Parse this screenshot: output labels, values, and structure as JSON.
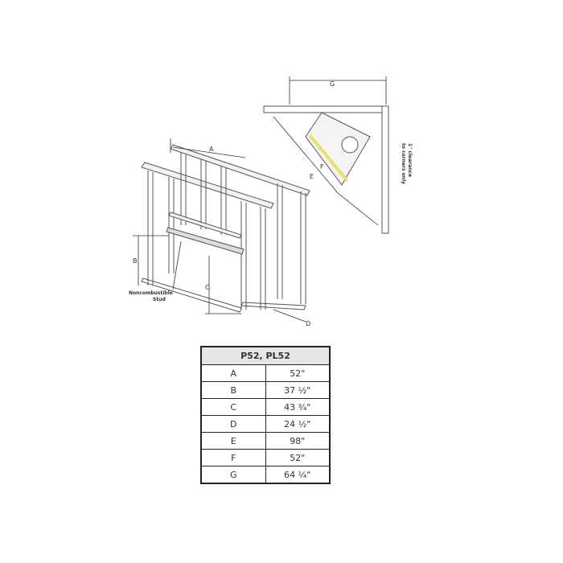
{
  "diagram": {
    "labels": {
      "A": "A",
      "B": "B",
      "C": "C",
      "D": "D",
      "E": "E",
      "F": "F",
      "G": "G"
    },
    "stud_label_line1": "Noncombustible",
    "stud_label_line2": "Stud",
    "clearance_line1": "1\" clearance",
    "clearance_line2": "to corners only",
    "colors": {
      "glass_strip": "#e8e070",
      "frame": "#555555"
    }
  },
  "table": {
    "header": "P52, PL52",
    "rows": [
      {
        "key": "A",
        "value": "52\""
      },
      {
        "key": "B",
        "value": "37 ½\""
      },
      {
        "key": "C",
        "value": "43 ¾\""
      },
      {
        "key": "D",
        "value": "24 ½\""
      },
      {
        "key": "E",
        "value": "98\""
      },
      {
        "key": "F",
        "value": "52\""
      },
      {
        "key": "G",
        "value": "64 ¼\""
      }
    ]
  }
}
